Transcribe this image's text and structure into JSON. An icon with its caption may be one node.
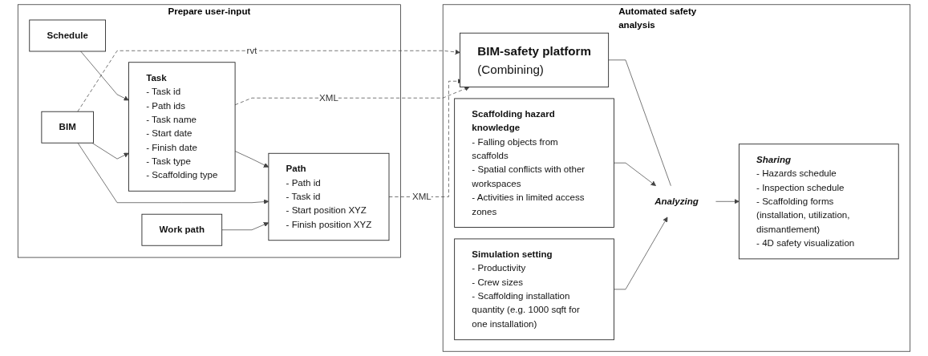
{
  "diagram": {
    "nodes": [
      {
        "text": [
          "Prepare user-input"
        ]
      },
      {
        "text": [
          "Task",
          "- Task id",
          "- Path ids",
          "- Task name",
          "- Start date",
          "- Finish date",
          "- Task type",
          "- Scaffolding type"
        ],
        "in": 0
      },
      {
        "text": [
          "Schedule"
        ],
        "in": 0
      },
      {
        "text": [
          "BIM"
        ],
        "in": 0
      },
      {
        "text": [
          "Path",
          "- Path id",
          "- Task id",
          "- Start position XYZ",
          "- Finish position XYZ"
        ],
        "in": 0
      },
      {
        "text": [
          "Work path"
        ],
        "in": 0
      },
      {
        "text": [
          "Automated safety analysis"
        ]
      },
      {
        "text": [
          "Scaffolding hazard knowledge",
          "- Falling objects from scaffolds",
          "- Spatial conflicts with other workspaces",
          "- Activities in limited access zones"
        ],
        "in": 6
      },
      {
        "text": [
          "BIM-safety platform",
          "(Combining)"
        ],
        "in": 6
      },
      {
        "text": [
          "Analyzing"
        ],
        "in": 6
      },
      {
        "text": [
          "Sharing",
          "- Hazards schedule",
          "- Inspection schedule",
          "- Scaffolding forms (installation, utilization, dismantlement)",
          "- 4D safety visualization"
        ],
        "in": 6
      },
      {
        "text": [
          "Simulation setting",
          "- Productivity",
          "- Crew sizes",
          "- Scaffolding installation quantity (e.g. 1000 sqft for one installation)"
        ],
        "in": 6
      }
    ],
    "edges": [
      {
        "from": 2,
        "to": 1,
        "arrow": "to"
      },
      {
        "from": 3,
        "to": 1,
        "arrow": "to"
      },
      {
        "from": 1,
        "to": 4,
        "arrow": "to"
      },
      {
        "from": 3,
        "to": 4,
        "arrow": "to"
      },
      {
        "from": 5,
        "to": 4,
        "arrow": "to"
      },
      {
        "from": 3,
        "to": 8,
        "arrow": "to",
        "label": "rvt",
        "style": "dashed"
      },
      {
        "from": 1,
        "to": 8,
        "arrow": "to",
        "label": "XML",
        "style": "dashed"
      },
      {
        "from": 4,
        "to": 8,
        "arrow": "to",
        "label": "XML",
        "style": "dashed"
      },
      {
        "from": 8,
        "to": 9,
        "arrow": "none"
      },
      {
        "from": 7,
        "to": 9,
        "arrow": "to"
      },
      {
        "from": 9,
        "to": 10,
        "arrow": "to"
      },
      {
        "from": 11,
        "to": 9,
        "arrow": "to"
      }
    ]
  }
}
